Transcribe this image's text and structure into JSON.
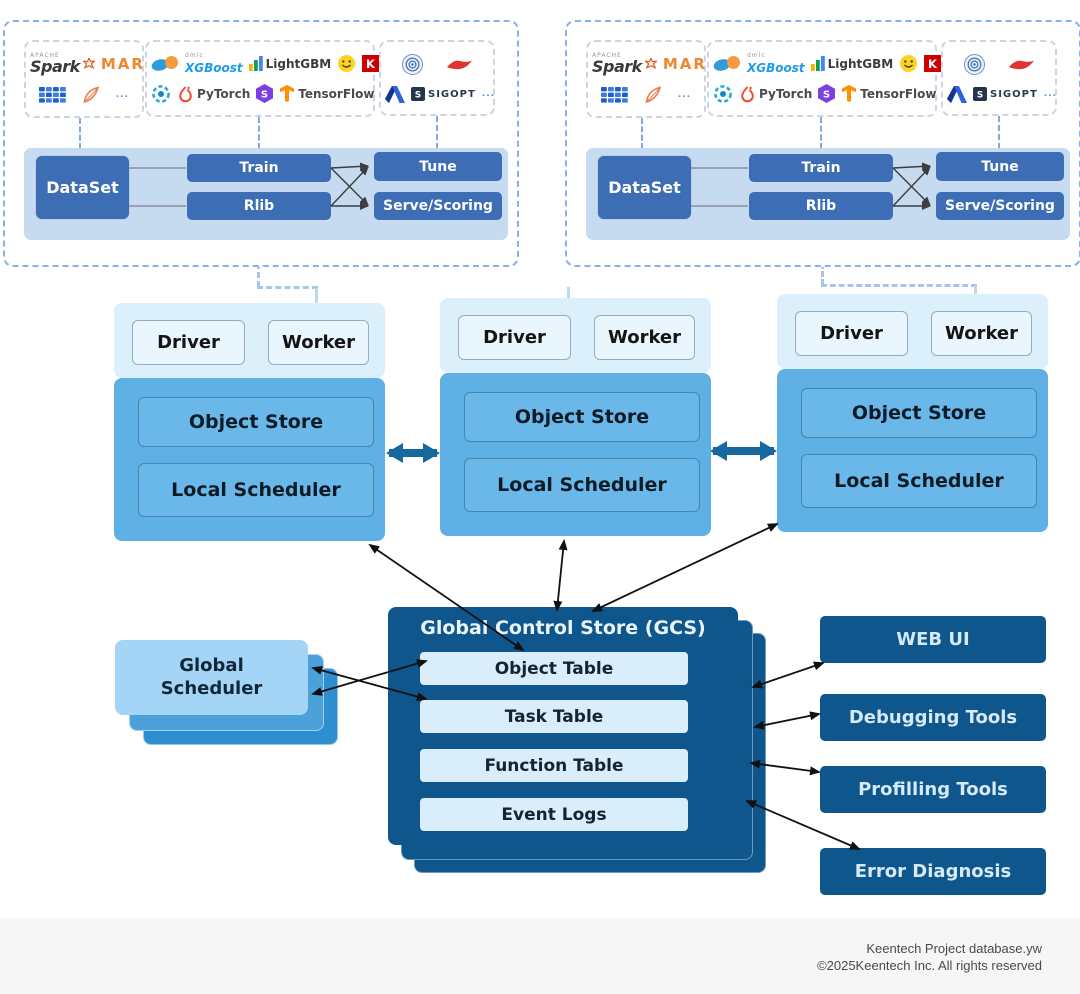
{
  "cluster_panel": {
    "logo_groups": [
      {
        "name": "data-processing-logos",
        "rows": [
          [
            {
              "icon": "spark",
              "text": "Spark",
              "sub": "APACHE"
            },
            {
              "icon": "none",
              "text": "MARS",
              "style": "mars"
            }
          ],
          [
            {
              "icon": "grid"
            },
            {
              "icon": "feather"
            },
            {
              "icon": "dots",
              "text": "..."
            }
          ]
        ]
      },
      {
        "name": "training-framework-logos",
        "rows": [
          [
            {
              "icon": "sklearn"
            },
            {
              "icon": "xgboost",
              "text": "XGBoost",
              "sub": "dmlc"
            },
            {
              "icon": "lightgbm",
              "text": "LightGBM"
            },
            {
              "icon": "huggingface"
            },
            {
              "icon": "keras"
            }
          ],
          [
            {
              "icon": "horovod"
            },
            {
              "icon": "pytorch",
              "text": "PyTorch"
            },
            {
              "icon": "hexagon-s"
            },
            {
              "icon": "tensorflow",
              "text": "TensorFlow"
            },
            {
              "icon": "dots",
              "text": "..."
            }
          ]
        ]
      },
      {
        "name": "tuning-logos",
        "rows": [
          [
            {
              "icon": "spiral"
            },
            {
              "icon": "swoosh"
            }
          ],
          [
            {
              "icon": "ax"
            },
            {
              "icon": "sigopt",
              "text": "SIGOPT"
            },
            {
              "icon": "dots",
              "text": "..."
            }
          ]
        ]
      }
    ],
    "pipeline": {
      "dataset": "DataSet",
      "train": "Train",
      "rlib": "Rlib",
      "tune": "Tune",
      "serve_scoring": "Serve/Scoring"
    }
  },
  "nodes": {
    "count": 3,
    "driver": "Driver",
    "worker": "Worker",
    "object_store": "Object Store",
    "local_scheduler": "Local Scheduler"
  },
  "global_scheduler": {
    "label": "Global\nScheduler"
  },
  "gcs": {
    "title": "Global Control Store (GCS)",
    "tables": [
      "Object Table",
      "Task Table",
      "Function Table",
      "Event Logs"
    ]
  },
  "tools": [
    "WEB UI",
    "Debugging Tools",
    "Profilling Tools",
    "Error Diagnosis"
  ],
  "footer": {
    "line1": "Keentech Project database.yw",
    "line2": "©2025Keentech Inc. All rights reserved"
  },
  "colors": {
    "panel_border": "#8ab0e8",
    "pipeline_bg": "#c6daf0",
    "pipeline_box": "#3d6db4",
    "node_header": "#dcf0fb",
    "node_body": "#5fb1e5",
    "dark_blue": "#0f568c",
    "gcs_row_bg": "#daedfb",
    "gs_front": "#a5d5f6",
    "thick_arrow_blue": "#16689f",
    "thin_arrow_black": "#111111"
  }
}
